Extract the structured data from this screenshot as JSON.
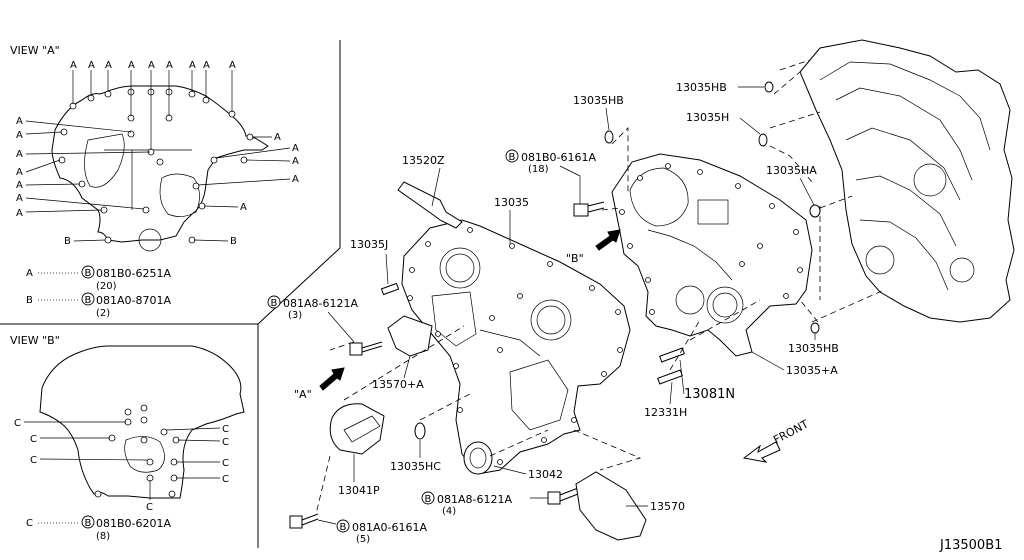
{
  "view_a": {
    "title": "VIEW \"A\"",
    "letter": "A",
    "letter_b": "B",
    "legend": [
      {
        "key": "A",
        "circle": "B",
        "part": "081B0-6251A",
        "qty": "(20)"
      },
      {
        "key": "B",
        "circle": "B",
        "part": "081A0-8701A",
        "qty": "(2)"
      }
    ]
  },
  "view_b": {
    "title": "VIEW \"B\"",
    "letter": "C",
    "legend": {
      "key": "C",
      "circle": "B",
      "part": "081B0-6201A",
      "qty": "(8)"
    }
  },
  "labels": {
    "p13520Z": "13520Z",
    "p13035": "13035",
    "p13035J": "13035J",
    "bolt_618_part": "081B0-6161A",
    "bolt_618_qty": "(18)",
    "p13035HB_top": "13035HB",
    "p13035HB_right": "13035HB",
    "p13035H": "13035H",
    "p13035HA": "13035HA",
    "p13035HB_lower": "13035HB",
    "p13035_plusA": "13035+A",
    "p13081N": "13081N",
    "p12331H": "12331H",
    "bolt_3_part": "081A8-6121A",
    "bolt_3_qty": "(3)",
    "p13570_plusA": "13570+A",
    "p13035HC": "13035HC",
    "p13042": "13042",
    "p13041P": "13041P",
    "bolt_4_part": "081A8-6121A",
    "bolt_4_qty": "(4)",
    "p13570": "13570",
    "bolt_5_part": "081A0-6161A",
    "bolt_5_qty": "(5)",
    "view_a_arrow": "\"A\"",
    "view_b_arrow": "\"B\"",
    "front": "FRONT",
    "bolt_symbol": "B",
    "code": "J13500B1"
  },
  "colors": {
    "line": "#000000",
    "background": "#ffffff"
  }
}
